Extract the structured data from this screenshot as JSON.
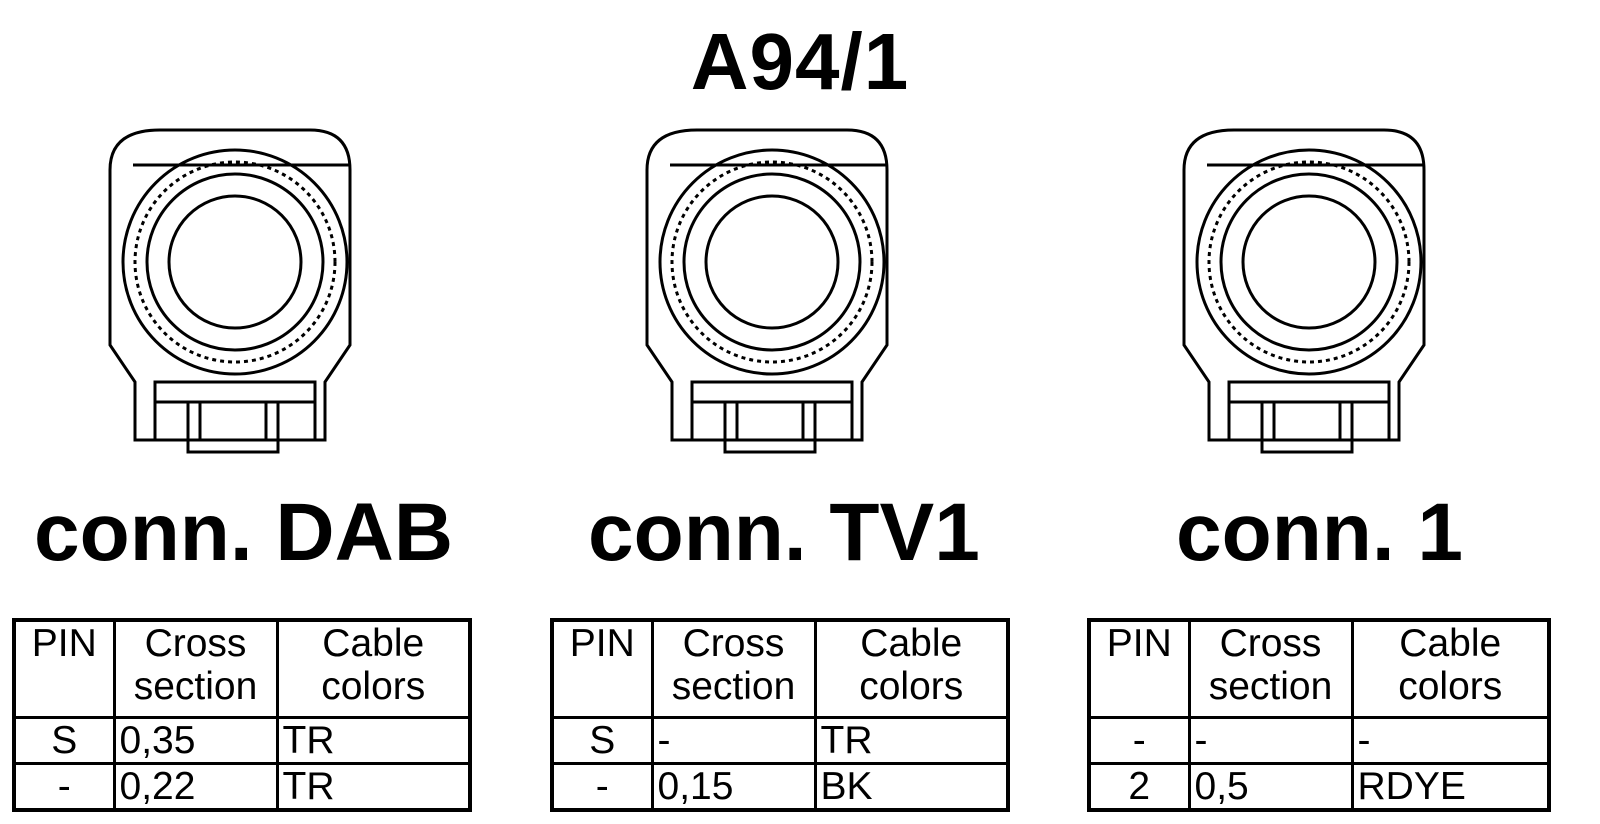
{
  "title": "A94/1",
  "connectors": [
    {
      "label": "conn. DAB",
      "headers": {
        "pin": "PIN",
        "cross": [
          "Cross",
          "section"
        ],
        "color": [
          "Cable",
          "colors"
        ]
      },
      "rows": [
        {
          "pin": "S",
          "cross": "0,35",
          "color": "TR"
        },
        {
          "pin": "-",
          "cross": "0,22",
          "color": "TR"
        }
      ]
    },
    {
      "label": "conn. TV1",
      "headers": {
        "pin": "PIN",
        "cross": [
          "Cross",
          "section"
        ],
        "color": [
          "Cable",
          "colors"
        ]
      },
      "rows": [
        {
          "pin": "S",
          "cross": "-",
          "color": "TR"
        },
        {
          "pin": "-",
          "cross": "0,15",
          "color": "BK"
        }
      ]
    },
    {
      "label": "conn. 1",
      "headers": {
        "pin": "PIN",
        "cross": [
          "Cross",
          "section"
        ],
        "color": [
          "Cable",
          "colors"
        ]
      },
      "rows": [
        {
          "pin": "-",
          "cross": "-",
          "color": "-"
        },
        {
          "pin": "2",
          "cross": "0,5",
          "color": "RDYE"
        }
      ]
    }
  ]
}
